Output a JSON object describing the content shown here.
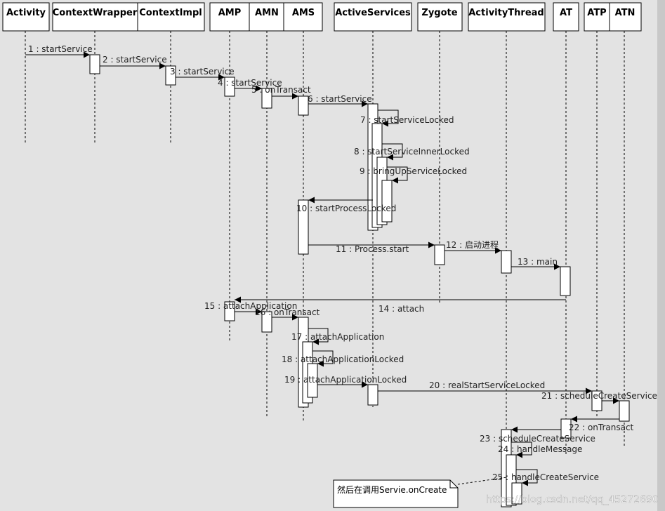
{
  "diagram": {
    "participants": [
      {
        "id": "activity",
        "label": "Activity"
      },
      {
        "id": "contextwrapper",
        "label": "ContextWrapper"
      },
      {
        "id": "contextimpl",
        "label": "ContextImpl"
      },
      {
        "id": "amp",
        "label": "AMP"
      },
      {
        "id": "amn",
        "label": "AMN"
      },
      {
        "id": "ams",
        "label": "AMS"
      },
      {
        "id": "activeservices",
        "label": "ActiveServices"
      },
      {
        "id": "zygote",
        "label": "Zygote"
      },
      {
        "id": "activitythread",
        "label": "ActivityThread"
      },
      {
        "id": "at",
        "label": "AT"
      },
      {
        "id": "atp",
        "label": "ATP"
      },
      {
        "id": "atn",
        "label": "ATN"
      }
    ],
    "messages": [
      {
        "label": "1 : startService"
      },
      {
        "label": "2 : startService"
      },
      {
        "label": "3 : startService"
      },
      {
        "label": "4 : startService"
      },
      {
        "label": "5 : onTransact"
      },
      {
        "label": "6 : startService"
      },
      {
        "label": "7 : startServiceLocked"
      },
      {
        "label": "8 : startServiceInnerLocked"
      },
      {
        "label": "9 : bringUpServiceLocked"
      },
      {
        "label": "10 : startProcessLocked"
      },
      {
        "label": "11 : Process.start"
      },
      {
        "label": "12 : 启动进程"
      },
      {
        "label": "13 : main"
      },
      {
        "label": "14 : attach"
      },
      {
        "label": "15 : attachApplication"
      },
      {
        "label": "16 : onTransact"
      },
      {
        "label": "17 : attachApplication"
      },
      {
        "label": "18 : attachApplicationLocked"
      },
      {
        "label": "19 : attachApplicationLocked"
      },
      {
        "label": "20 : realStartServiceLocked"
      },
      {
        "label": "21 : scheduleCreateService"
      },
      {
        "label": "22 : onTransact"
      },
      {
        "label": "23 : scheduleCreateService"
      },
      {
        "label": "24 : handleMessage"
      },
      {
        "label": "25 : handleCreateService"
      }
    ],
    "note": "然后在调用Servie.onCreate",
    "watermark": "https://blog.csdn.net/qq_45272690"
  }
}
